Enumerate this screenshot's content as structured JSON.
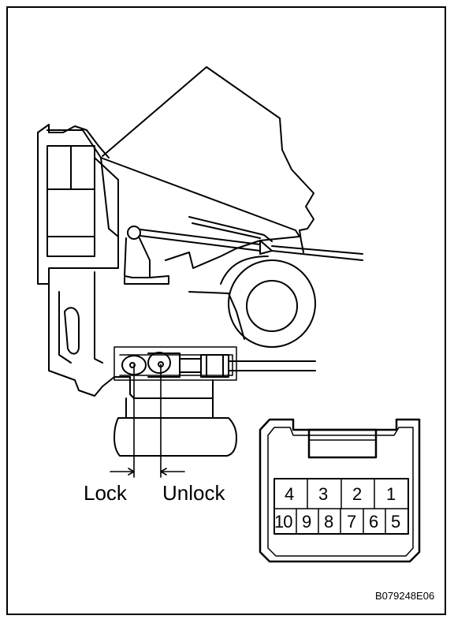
{
  "labels": {
    "lock": "Lock",
    "unlock": "Unlock",
    "figure_code": "B079248E06"
  },
  "connector": {
    "top_row": [
      "4",
      "3",
      "2",
      "1"
    ],
    "bottom_row": [
      "10",
      "9",
      "8",
      "7",
      "6",
      "5"
    ]
  },
  "colors": {
    "line": "#000000",
    "background": "#ffffff"
  }
}
